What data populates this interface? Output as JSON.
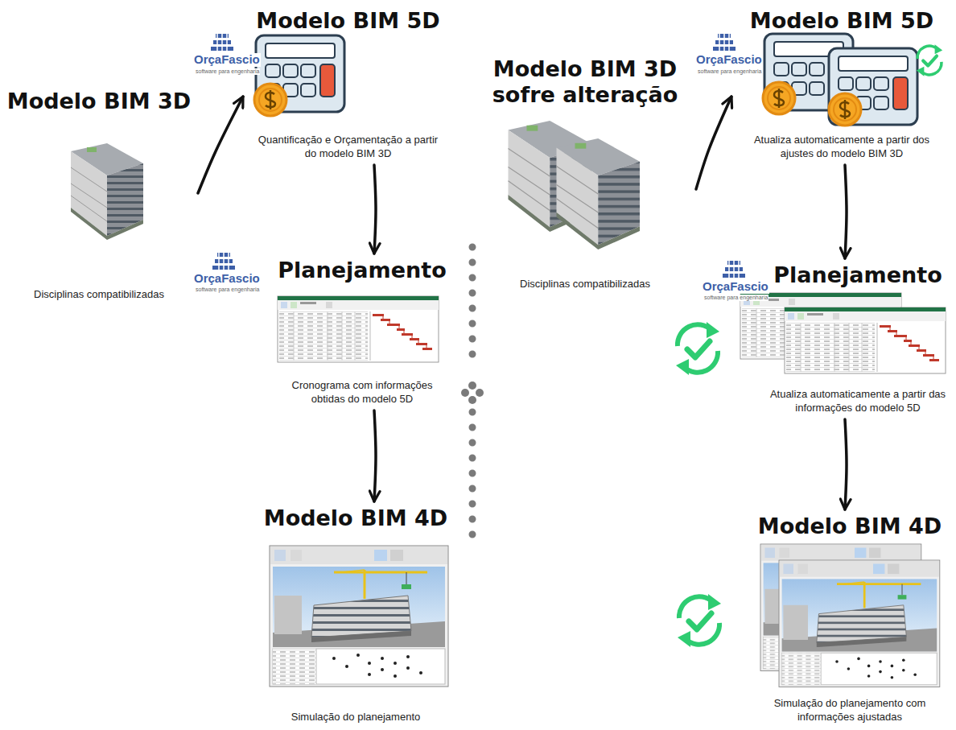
{
  "diagram": {
    "nodes": [
      {
        "text": [
          "Modelo BIM 3D",
          "Disciplinas compatibilizadas"
        ]
      },
      {
        "text": [
          "Modelo BIM 5D",
          "Quantificação e Orçamentação a partir do modelo BIM 3D"
        ]
      },
      {
        "text": [
          "Planejamento",
          "Cronograma com informações obtidas do modelo 5D"
        ]
      },
      {
        "text": [
          "Modelo BIM 4D",
          "Simulação do planejamento"
        ]
      },
      {
        "text": [
          "Modelo BIM 3D sofre alteração",
          "Disciplinas compatibilizadas"
        ]
      },
      {
        "text": [
          "Modelo BIM 5D",
          "Atualiza automaticamente a partir dos ajustes do modelo BIM 3D"
        ]
      },
      {
        "text": [
          "Planejamento",
          "Atualiza automaticamente a partir das informações do modelo 5D"
        ]
      },
      {
        "text": [
          "Modelo BIM 4D",
          "Simulação do planejamento com informações ajustadas"
        ]
      }
    ],
    "edges": [
      {
        "from": 0,
        "to": 1,
        "arrow": "to"
      },
      {
        "from": 1,
        "to": 2,
        "arrow": "to"
      },
      {
        "from": 2,
        "to": 3,
        "arrow": "to"
      },
      {
        "from": 4,
        "to": 5,
        "arrow": "to"
      },
      {
        "from": 5,
        "to": 6,
        "arrow": "to"
      },
      {
        "from": 6,
        "to": 7,
        "arrow": "to"
      }
    ],
    "labels": [
      "OrçaFascio",
      "software para engenharia",
      "OrçaFascio",
      "software para engenharia",
      "OrçaFascio",
      "software para engenharia",
      "OrçaFascio",
      "software para engenharia"
    ]
  }
}
